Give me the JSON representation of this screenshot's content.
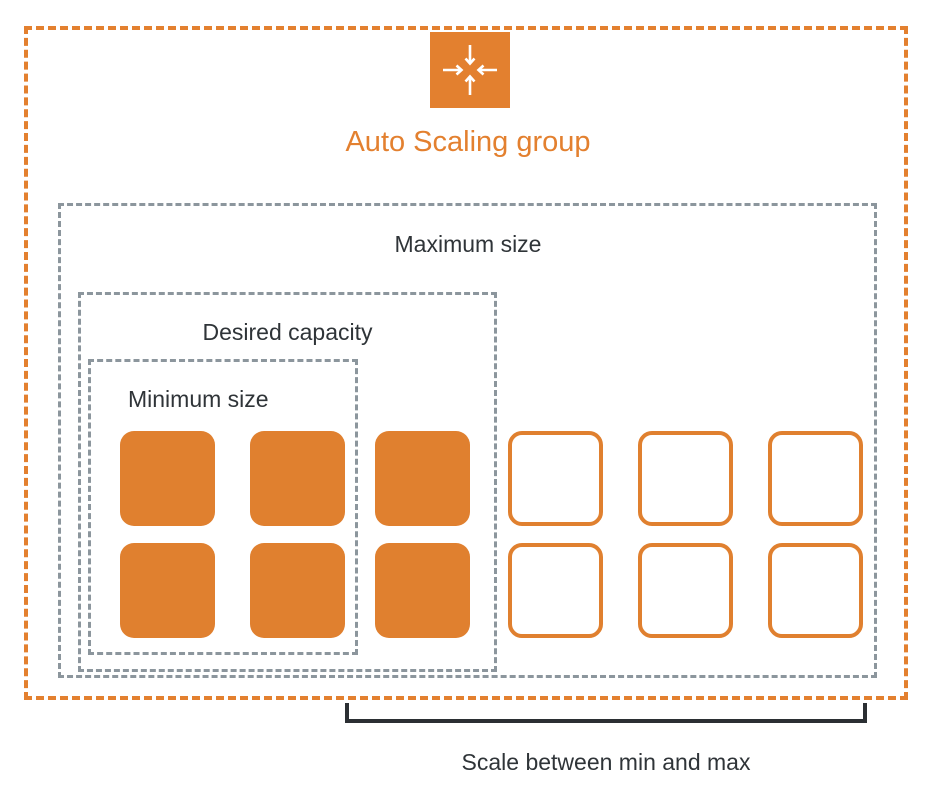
{
  "diagram": {
    "title": "Auto Scaling group",
    "title_color": "#E3802F",
    "icon_name": "auto-scaling-converge-arrows-icon",
    "boundary_style": "dashed",
    "boundary_color": "#E3802F",
    "nested_boxes": [
      {
        "key": "maximum",
        "label": "Maximum size",
        "border_color": "#8C969D",
        "style": "dashed"
      },
      {
        "key": "desired",
        "label": "Desired capacity",
        "border_color": "#8C969D",
        "style": "dashed"
      },
      {
        "key": "minimum",
        "label": "Minimum size",
        "border_color": "#8C969D",
        "style": "dashed"
      }
    ],
    "instances": {
      "columns": 6,
      "rows": 2,
      "fill_color": "#E0802F",
      "outline_color": "#E0802F",
      "grid": [
        [
          "filled",
          "filled",
          "filled",
          "outlined",
          "outlined",
          "outlined"
        ],
        [
          "filled",
          "filled",
          "filled",
          "outlined",
          "outlined",
          "outlined"
        ]
      ],
      "running_count": 6,
      "potential_count": 6
    },
    "bracket": {
      "caption": "Scale between min and max",
      "color": "#2B2F33"
    }
  }
}
